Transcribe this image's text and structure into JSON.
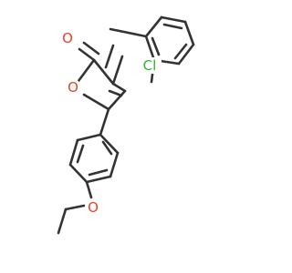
{
  "molecule": {
    "atoms": {
      "carbonyl_oxygen": {
        "symbol": "O",
        "color": "#e8422a"
      },
      "ring_oxygen": {
        "symbol": "O",
        "color": "#e8422a"
      },
      "ether_oxygen": {
        "symbol": "O",
        "color": "#e8422a"
      },
      "chlorine": {
        "symbol": "Cl",
        "color": "#33b233"
      }
    },
    "bond_color": "#333333"
  }
}
